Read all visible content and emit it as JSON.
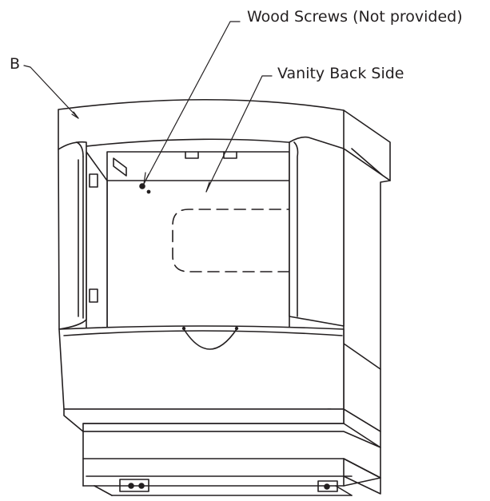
{
  "callouts": {
    "wood_screws": "Wood Screws (Not provided)",
    "vanity_back_side": "Vanity Back Side",
    "part_b": "B"
  },
  "colors": {
    "line": "#231f20",
    "background": "#ffffff"
  }
}
